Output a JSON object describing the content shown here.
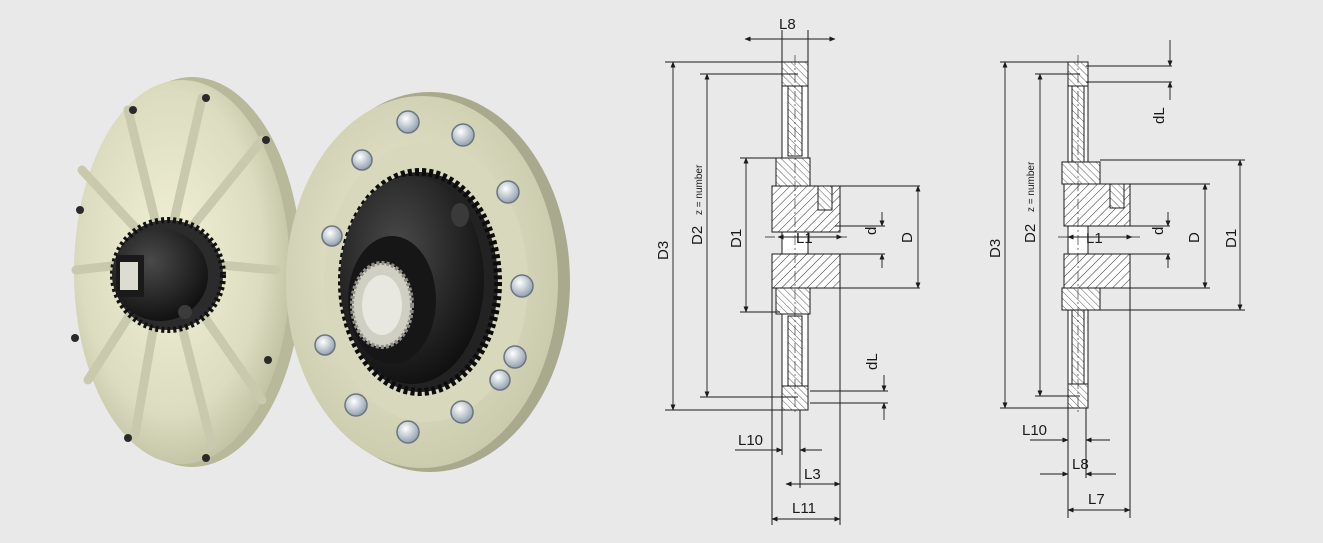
{
  "photo": {
    "label": "Flange coupling with flexible nylon sleeve and hub"
  },
  "drawing_left": {
    "labels": {
      "l8": "L8",
      "d3": "D3",
      "d2": "D2",
      "z": "z = number",
      "d1": "D1",
      "l1": "L1",
      "d": "d",
      "D": "D",
      "dl": "dL",
      "l10": "L10",
      "l3": "L3",
      "l11": "L11"
    }
  },
  "drawing_right": {
    "labels": {
      "d3": "D3",
      "d2": "D2",
      "z": "z = number",
      "l1": "L1",
      "d": "d",
      "D": "D",
      "d1": "D1",
      "dl": "dL",
      "l10": "L10",
      "l8": "L8",
      "l7": "L7"
    }
  }
}
